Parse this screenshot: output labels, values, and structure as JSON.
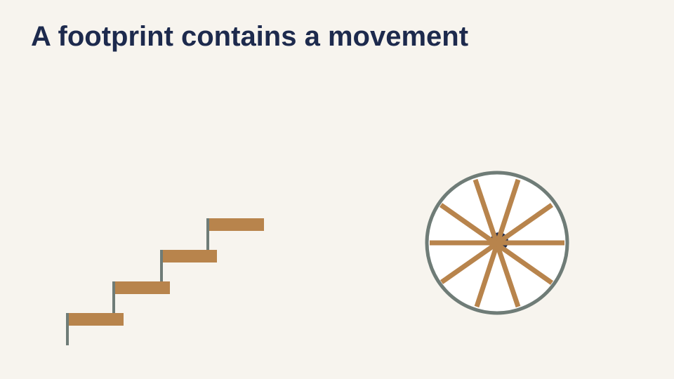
{
  "slide": {
    "title": "A footprint contains a movement"
  },
  "illustrations": [
    {
      "name": "staircase",
      "steps": 4
    },
    {
      "name": "wheel",
      "spokes": 10
    }
  ],
  "colors": {
    "background": "#f7f4ee",
    "title": "#1d2a4d",
    "wood": "#b8844c",
    "frame": "#6f7c77",
    "hub": "#1d2a4d",
    "wheel_fill": "#ffffff"
  }
}
